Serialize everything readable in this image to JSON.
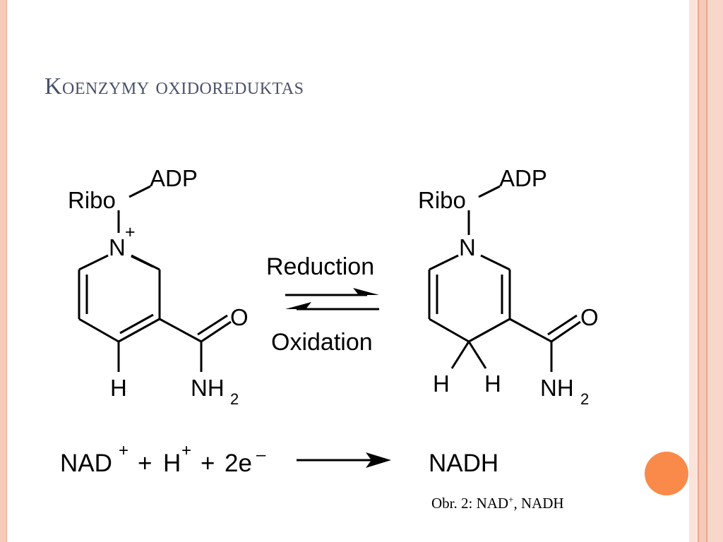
{
  "slide": {
    "title": "Koenzymy oxidoreduktas",
    "caption": {
      "prefix": "Obr. 2: NAD",
      "superscript": "+",
      "suffix": ", NADH"
    }
  },
  "diagram": {
    "nad_plus": {
      "adp": "ADP",
      "ribo": "Ribo",
      "nitrogen": "N",
      "charge": "+",
      "hydrogen": "H",
      "oxygen": "O",
      "amide": "NH",
      "amide_sub": "2"
    },
    "nadh": {
      "adp": "ADP",
      "ribo": "Ribo",
      "nitrogen": "N",
      "hydrogen_left": "H",
      "hydrogen_right": "H",
      "oxygen": "O",
      "amide": "NH",
      "amide_sub": "2"
    },
    "arrows": {
      "forward_label": "Reduction",
      "reverse_label": "Oxidation"
    },
    "equation": {
      "reactant1": "NAD",
      "reactant1_charge": "+",
      "plus1": "+",
      "reactant2": "H",
      "reactant2_charge": "+",
      "plus2": "+",
      "reactant3": "2e",
      "reactant3_charge": "–",
      "product": "NADH"
    }
  },
  "colors": {
    "accent_dot": "#fa8a4a",
    "title": "#4a5068",
    "frame": "#f6c9b8"
  }
}
